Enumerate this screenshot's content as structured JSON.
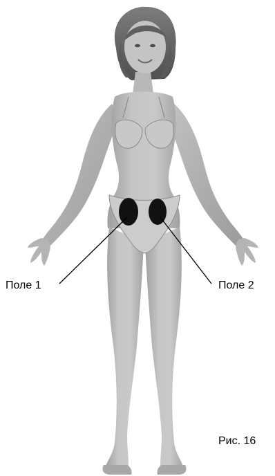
{
  "labels": {
    "field_1": "Поле 1",
    "field_2": "Поле 2"
  },
  "caption": "Рис. 16",
  "colors": {
    "skin": "#bdbdbd",
    "skin_shadow": "#8d8d8d",
    "hair": "#6a6a6a",
    "electrode": "#111111",
    "leader_line": "#000000",
    "background": "#ffffff"
  }
}
